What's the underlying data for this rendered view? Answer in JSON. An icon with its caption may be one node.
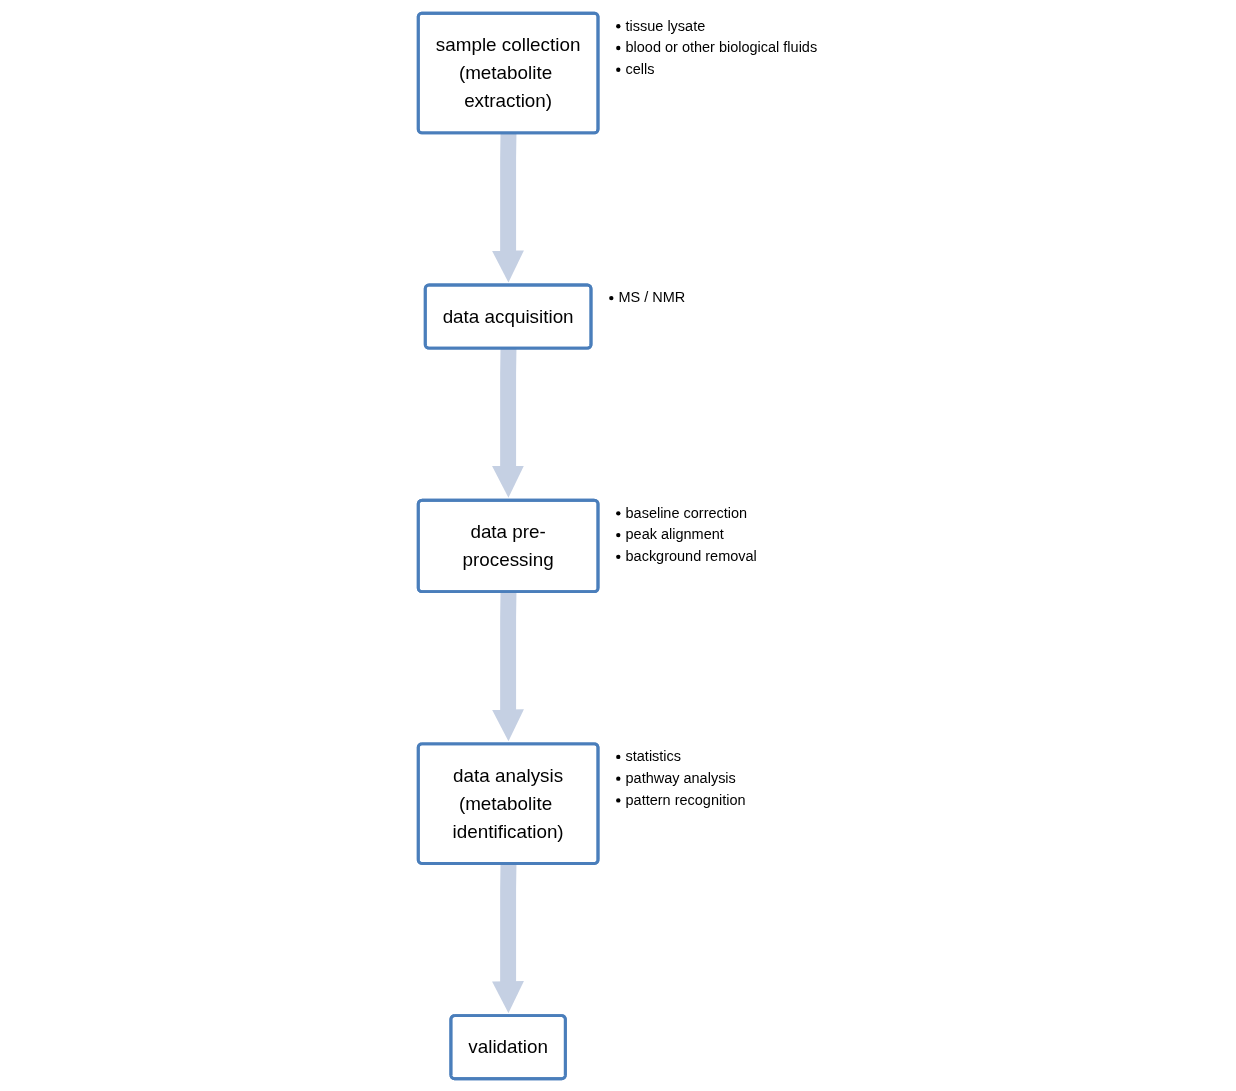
{
  "diagram": {
    "nodes": [
      {
        "text": [
          "sample collection",
          "(metabolite extraction)"
        ],
        "beside": [
          "tissue lysate",
          "blood or other biological fluids",
          "cells"
        ]
      },
      {
        "text": [
          "data acquisition"
        ],
        "beside": [
          "MS / NMR"
        ]
      },
      {
        "text": [
          "data pre-processing"
        ],
        "beside": [
          "baseline correction",
          "peak alignment",
          "background removal"
        ]
      },
      {
        "text": [
          "data analysis",
          "(metabolite identification)"
        ],
        "beside": [
          "statistics",
          "pathway analysis",
          "pattern recognition"
        ]
      },
      {
        "text": [
          "validation"
        ]
      }
    ],
    "edges": [
      {
        "from": 0,
        "to": 1,
        "arrow": "to"
      },
      {
        "from": 1,
        "to": 2,
        "arrow": "to"
      },
      {
        "from": 2,
        "to": 3,
        "arrow": "to"
      },
      {
        "from": 3,
        "to": 4,
        "arrow": "to"
      }
    ]
  }
}
